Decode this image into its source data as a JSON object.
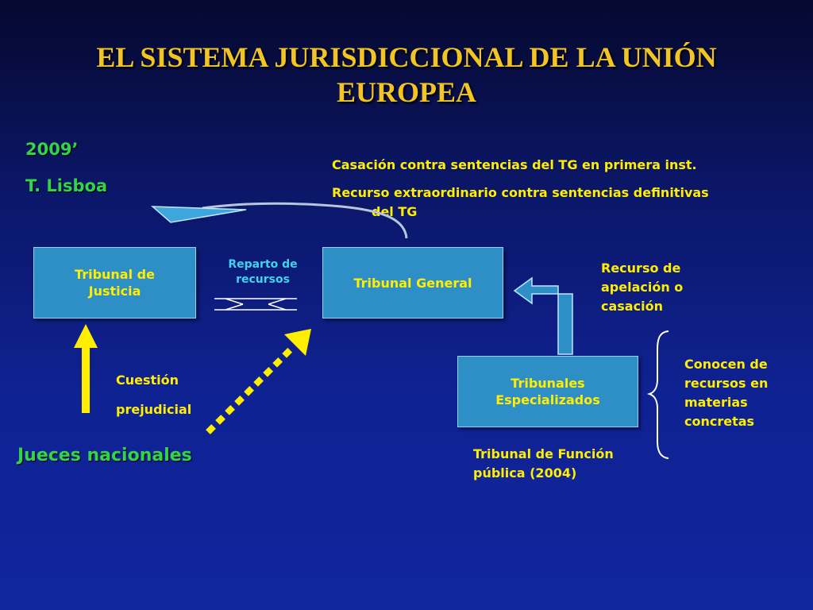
{
  "title": {
    "line1": "EL SISTEMA JURISDICCIONAL DE LA UNIÓN",
    "line2": "EUROPEA"
  },
  "year": "2009’",
  "treaty": "T. Lisboa",
  "top_note": {
    "line1": "Casación contra sentencias del TG en primera inst.",
    "line2": "Recurso extraordinario contra sentencias definitivas",
    "line3": "del TG"
  },
  "boxes": {
    "tribunal_justicia": "Tribunal de\nJusticia",
    "tribunal_general": "Tribunal General",
    "tribunales_especializados": "Tribunales\nEspecializados"
  },
  "reparto": {
    "line1": "Reparto de",
    "line2": "recursos"
  },
  "recurso_apelacion": {
    "line1": "Recurso de",
    "line2": "apelación o",
    "line3": "casación"
  },
  "cuestion": {
    "line1": "Cuestión",
    "line2": "prejudicial"
  },
  "jueces": "Jueces nacionales",
  "conocen": {
    "line1": "Conocen de",
    "line2": "recursos en",
    "line3": "materias",
    "line4": "concretas"
  },
  "funcion_publica": {
    "line1": "Tribunal de Función",
    "line2": "pública (2004)"
  },
  "colors": {
    "yellow": "#ffee00",
    "title_gold": "#f2c524",
    "green": "#33d44a",
    "cyan": "#3fd3ee",
    "box_fill": "#2e8fc6"
  }
}
